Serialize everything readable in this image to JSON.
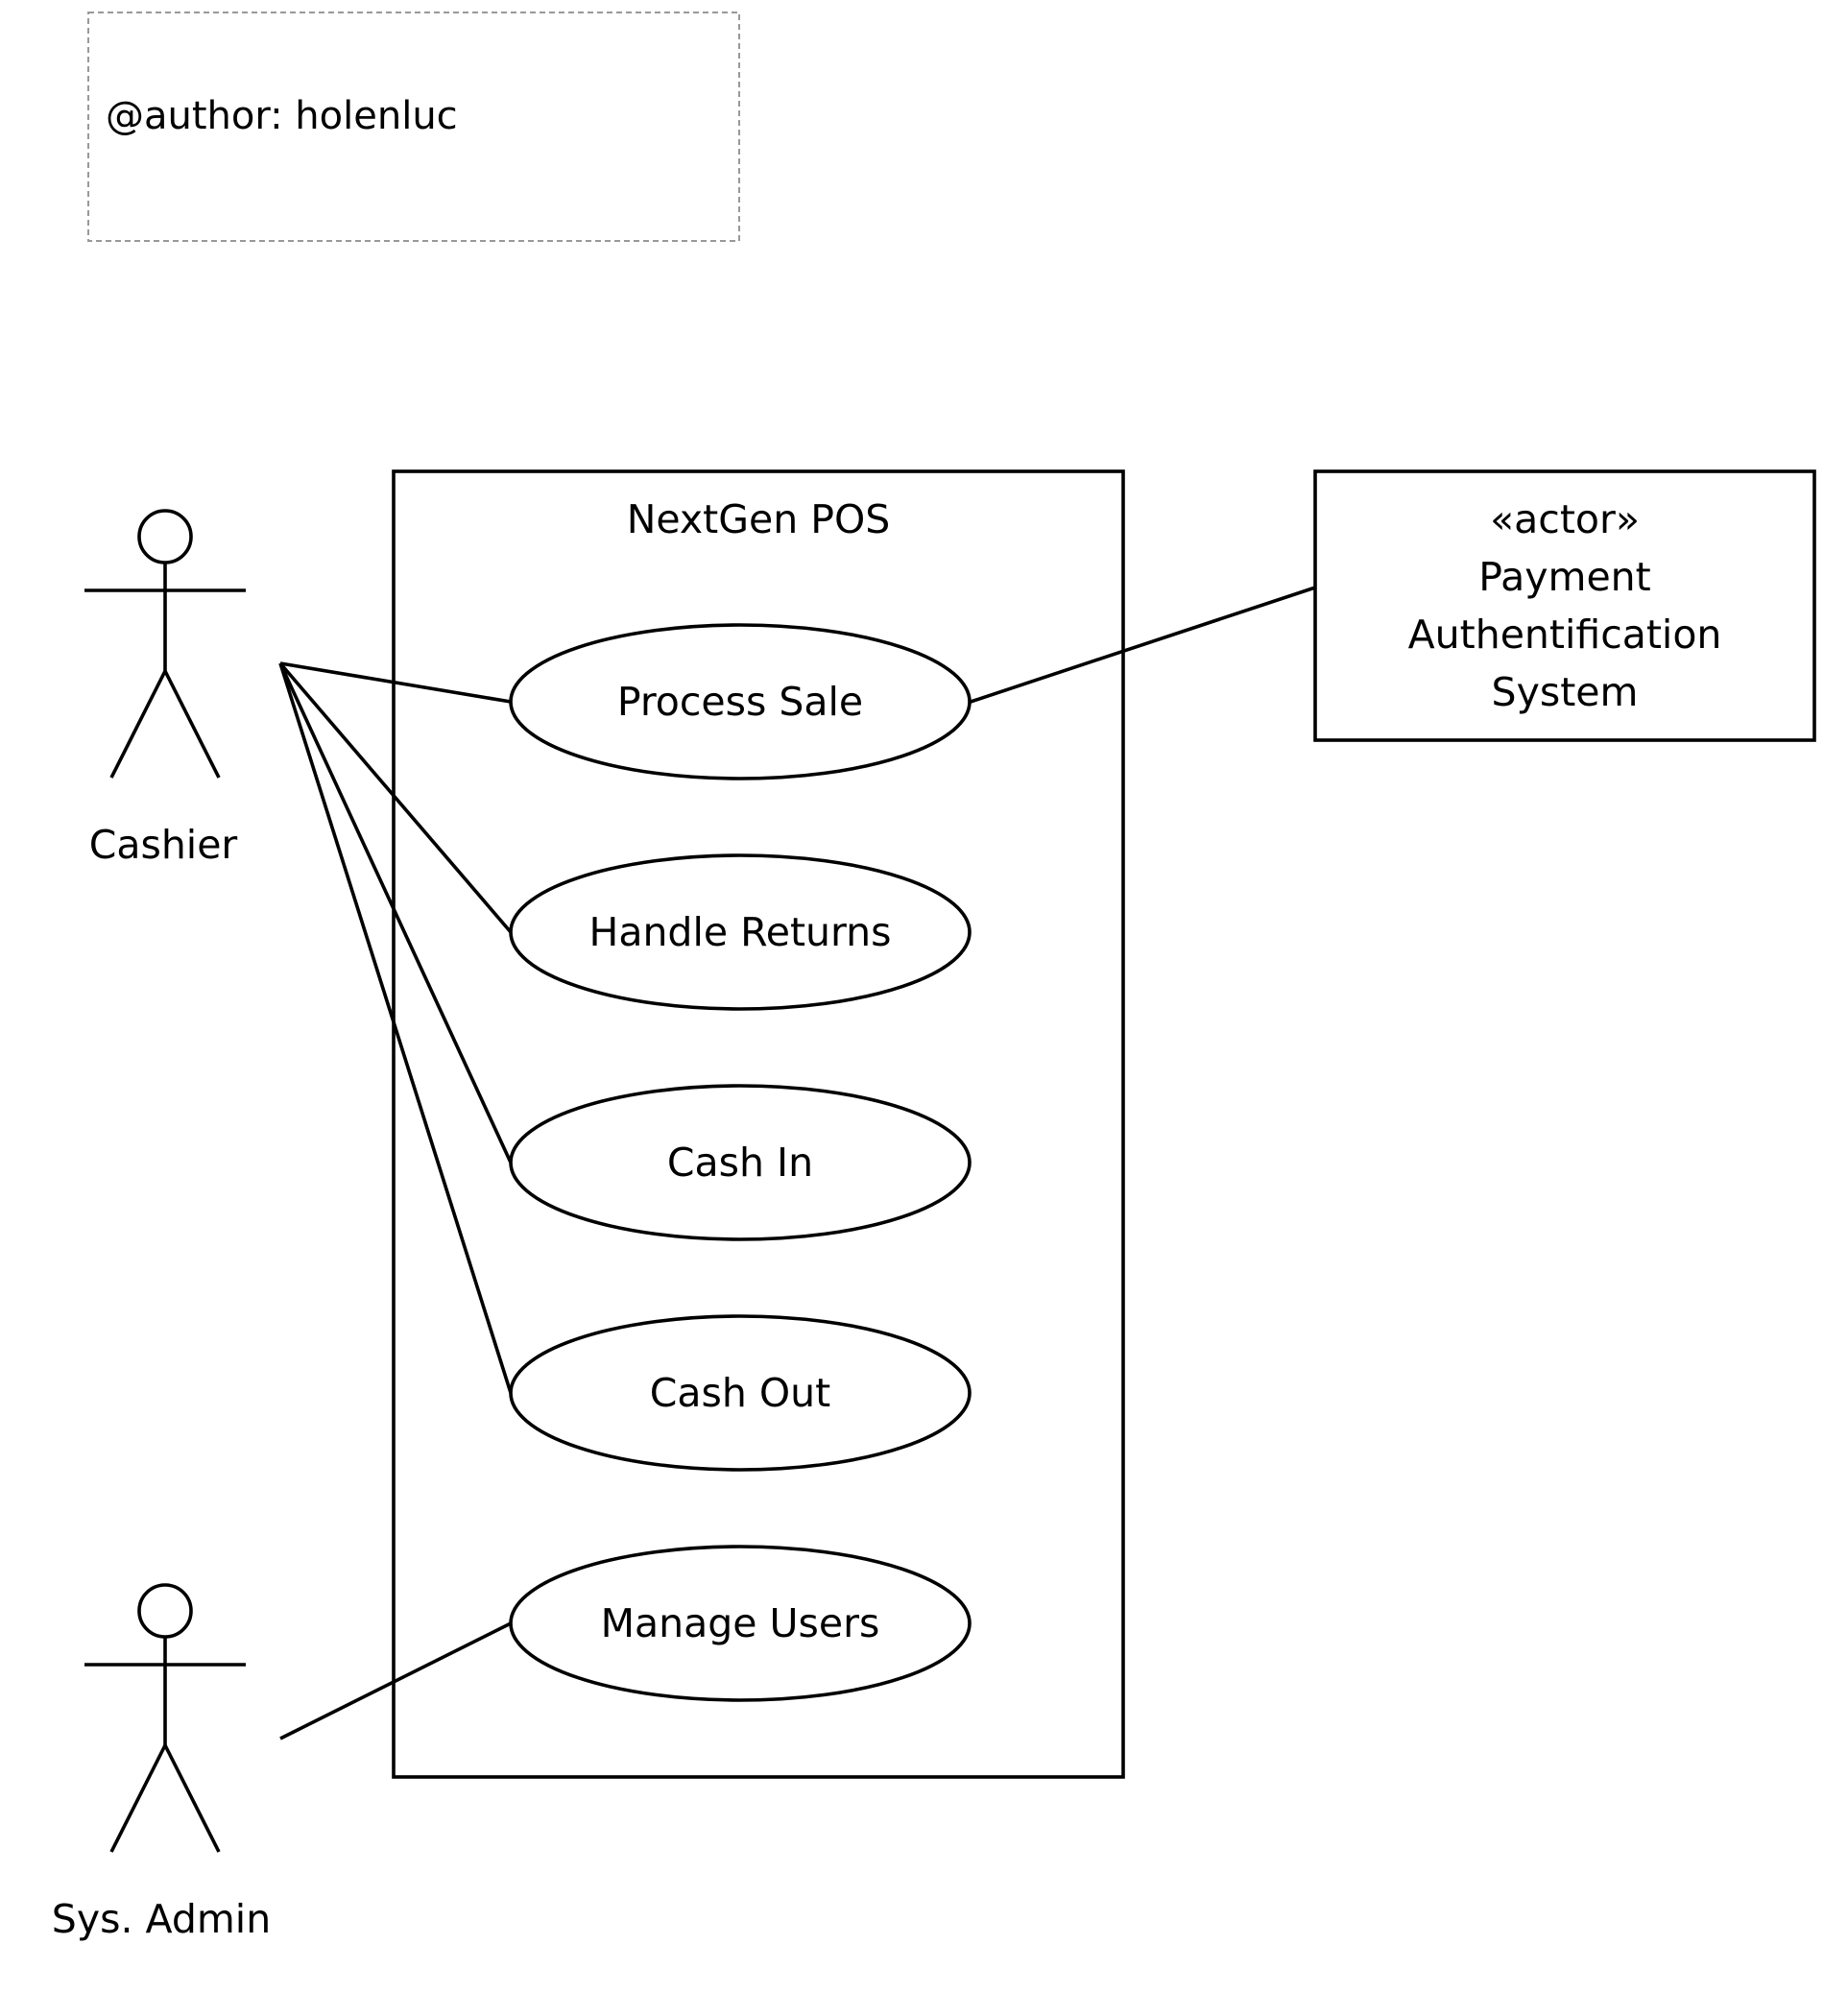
{
  "note": {
    "text": "@author: holenluc"
  },
  "system": {
    "title": "NextGen POS"
  },
  "actors": {
    "cashier": {
      "label": "Cashier"
    },
    "sys_admin": {
      "label": "Sys. Admin"
    }
  },
  "use_cases": [
    {
      "label": "Process Sale"
    },
    {
      "label": "Handle Returns"
    },
    {
      "label": "Cash In"
    },
    {
      "label": "Cash Out"
    },
    {
      "label": "Manage Users"
    }
  ],
  "external_system": {
    "stereotype": "«actor»",
    "lines": [
      "Payment",
      "Authentification",
      "System"
    ]
  },
  "colors": {
    "stroke": "#000000",
    "background": "#ffffff",
    "note_border": "#999999"
  }
}
